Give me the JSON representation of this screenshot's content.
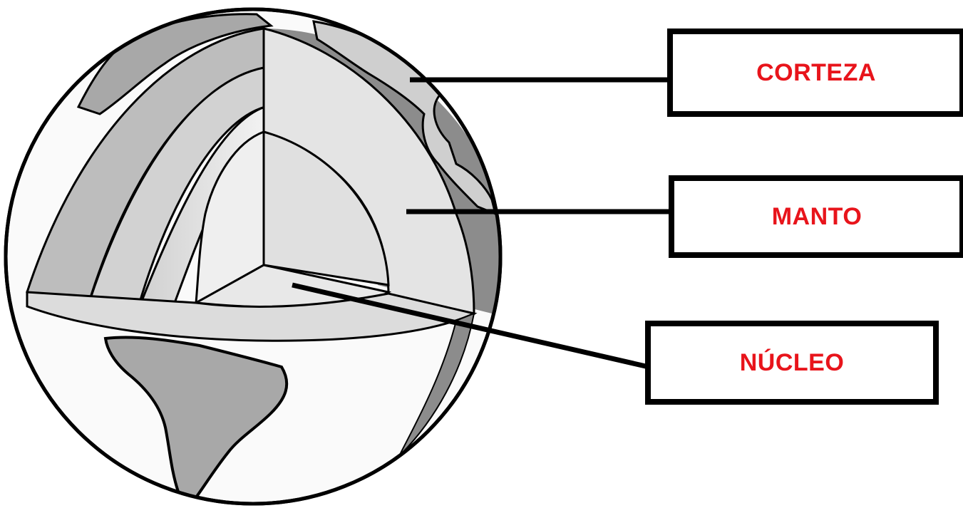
{
  "labels": {
    "crust": "CORTEZA",
    "mantle": "MANTO",
    "core": "NÚCLEO"
  },
  "colors": {
    "label_text": "#e8141b",
    "outline": "#000000",
    "land": "#a8a8a8",
    "globe_side": "#8c8c8c",
    "cut_surface": "#e4e4e4",
    "ocean": "#fafafa"
  }
}
